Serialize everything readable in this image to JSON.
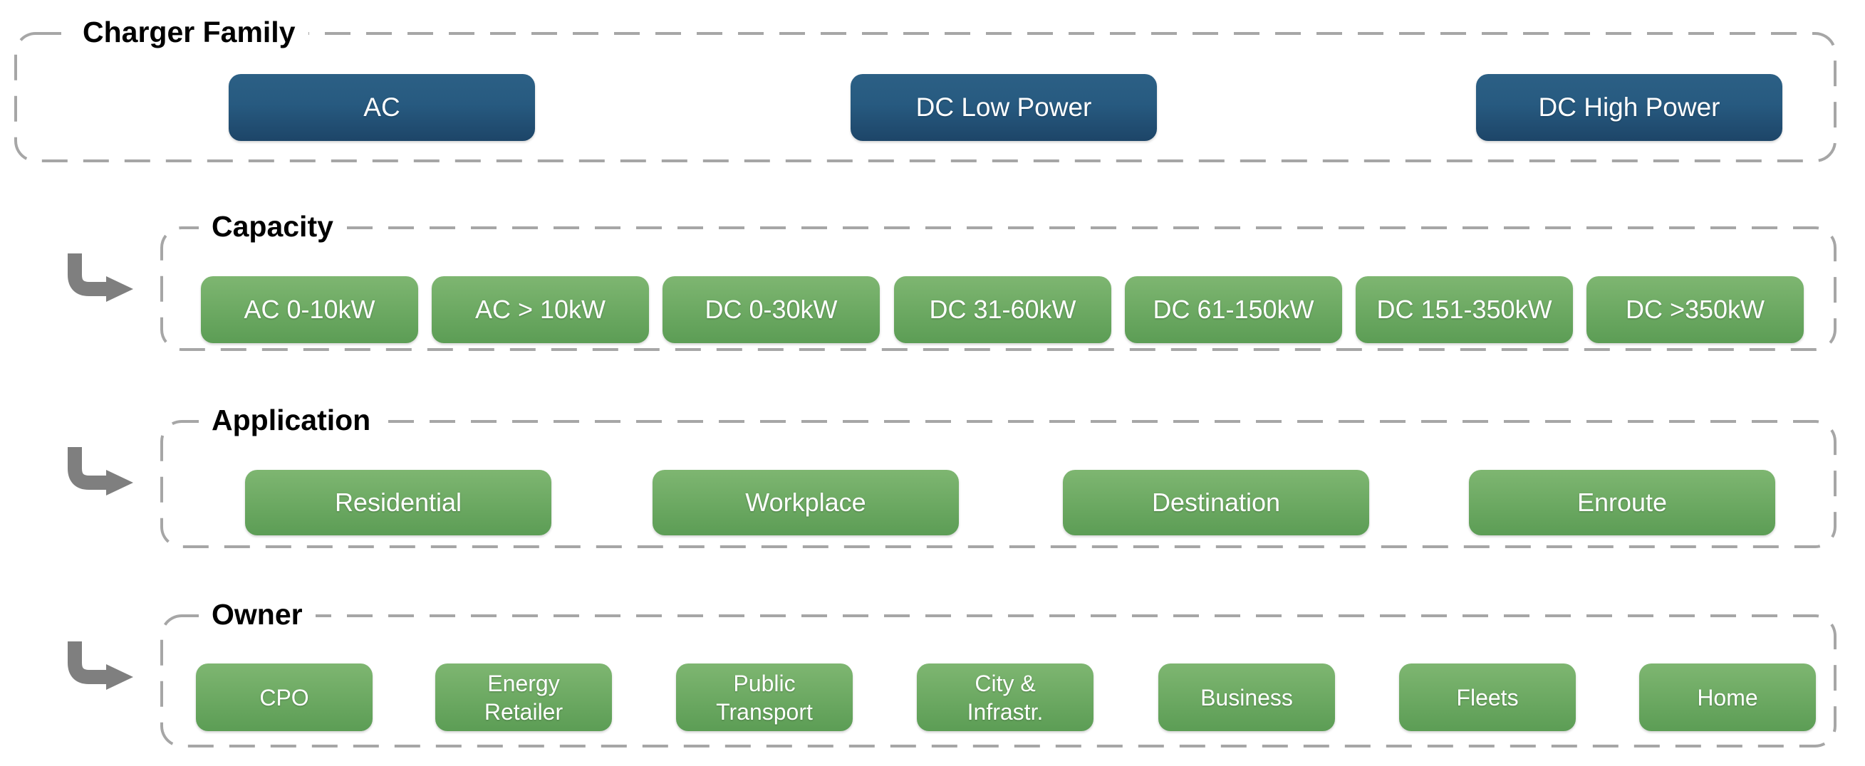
{
  "colors": {
    "background": "#ffffff",
    "title": "#000000",
    "button-text": "#ffffff",
    "blue-top": "#2c6085",
    "blue-bottom": "#1d4568",
    "green-top": "#7eb671",
    "green-bottom": "#5c9d55",
    "dash": "#a6a6a6",
    "arrow": "#7f7f7f"
  },
  "sections": [
    {
      "title": "Charger Family",
      "buttons": [
        {
          "label": "AC"
        },
        {
          "label": "DC Low Power"
        },
        {
          "label": "DC High Power"
        }
      ]
    },
    {
      "title": "Capacity",
      "buttons": [
        {
          "label": "AC 0-10kW"
        },
        {
          "label": "AC > 10kW"
        },
        {
          "label": "DC 0-30kW"
        },
        {
          "label": "DC 31-60kW"
        },
        {
          "label": "DC 61-150kW"
        },
        {
          "label": "DC 151-350kW"
        },
        {
          "label": "DC >350kW"
        }
      ]
    },
    {
      "title": "Application",
      "buttons": [
        {
          "label": "Residential"
        },
        {
          "label": "Workplace"
        },
        {
          "label": "Destination"
        },
        {
          "label": "Enroute"
        }
      ]
    },
    {
      "title": "Owner",
      "buttons": [
        {
          "label": "CPO"
        },
        {
          "label": "Energy Retailer"
        },
        {
          "label": "Public Transport"
        },
        {
          "label": "City & Infrastr."
        },
        {
          "label": "Business"
        },
        {
          "label": "Fleets"
        },
        {
          "label": "Home"
        }
      ]
    }
  ]
}
